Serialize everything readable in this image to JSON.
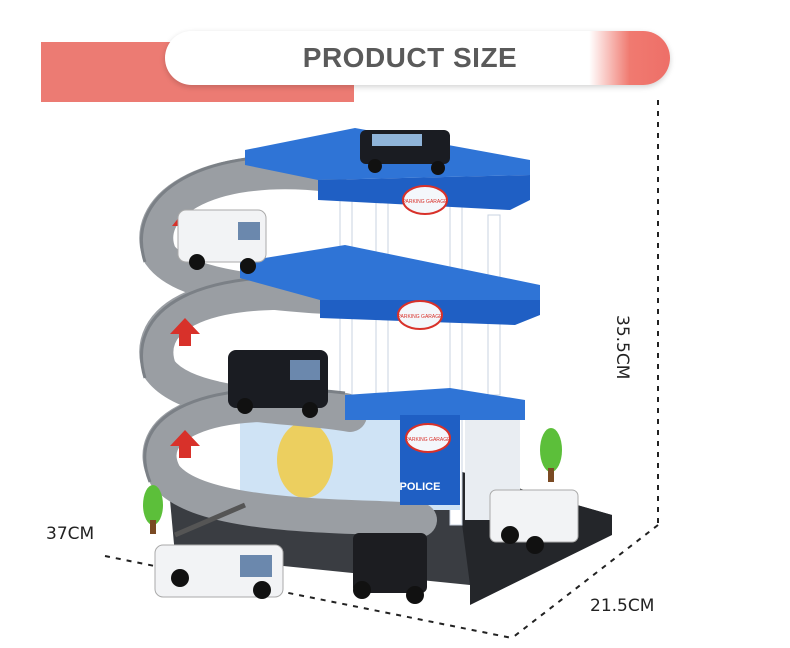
{
  "banner": {
    "title": "PRODUCT SIZE"
  },
  "dimensions": {
    "width": "37CM",
    "depth": "21.5CM",
    "height": "35.5CM"
  },
  "signs": {
    "parking": "PARKING GARAGE",
    "police": "POLICE"
  },
  "colors": {
    "banner": "#ec7b73",
    "structure_blue": "#1f5fc4",
    "ramp_gray": "#9a9ea3",
    "arrow_red": "#d8312a"
  }
}
